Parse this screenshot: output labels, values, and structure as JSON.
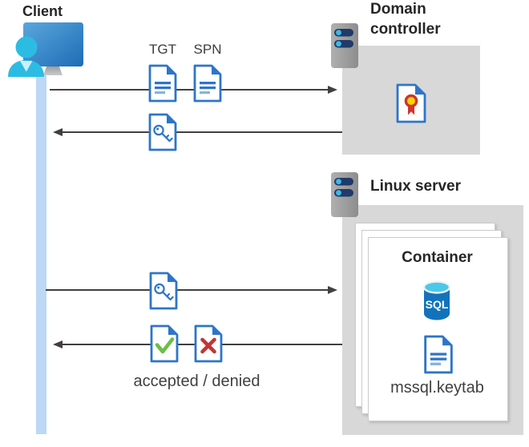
{
  "client": {
    "label": "Client",
    "icon": "user-at-monitor-icon"
  },
  "domain_controller": {
    "label": "Domain controller",
    "icon": "server-icon",
    "content_icon": "certificate-document-icon"
  },
  "linux_server": {
    "label": "Linux server",
    "icon": "server-icon"
  },
  "container": {
    "label": "Container",
    "sql_label": "SQL",
    "sql_icon": "azure-sql-database-icon",
    "keytab_icon": "text-document-icon",
    "keytab_file": "mssql.keytab"
  },
  "messages": {
    "tgt_label": "TGT",
    "spn_label": "SPN",
    "result_label": "accepted / denied"
  },
  "flows": [
    {
      "from": "Client",
      "to": "Domain controller",
      "direction": "right",
      "items": [
        "TGT document",
        "SPN document"
      ]
    },
    {
      "from": "Domain controller",
      "to": "Client",
      "direction": "left",
      "items": [
        "key ticket document"
      ]
    },
    {
      "from": "Client",
      "to": "Linux server",
      "direction": "right",
      "items": [
        "key ticket document"
      ]
    },
    {
      "from": "Linux server",
      "to": "Client",
      "direction": "left",
      "items": [
        "accepted document",
        "denied document"
      ]
    }
  ],
  "colors": {
    "doc_blue": "#2e75c9",
    "doc_line_light": "#8ab1e3",
    "accept_green": "#6abf47",
    "deny_red": "#c23535",
    "cert_ring_red": "#d0342c",
    "cert_center_yellow": "#ffd400",
    "box_gray": "#d8d8d8",
    "arrow_gray": "#404040",
    "lifeline_blue": "#bcd8f4",
    "sql_body_blue": "#1273bb",
    "sql_top_cyan": "#49c9ea",
    "server_pill_navy": "#203a69",
    "server_dot_cyan": "#3fb9e6",
    "person_cyan": "#2cbce3"
  }
}
